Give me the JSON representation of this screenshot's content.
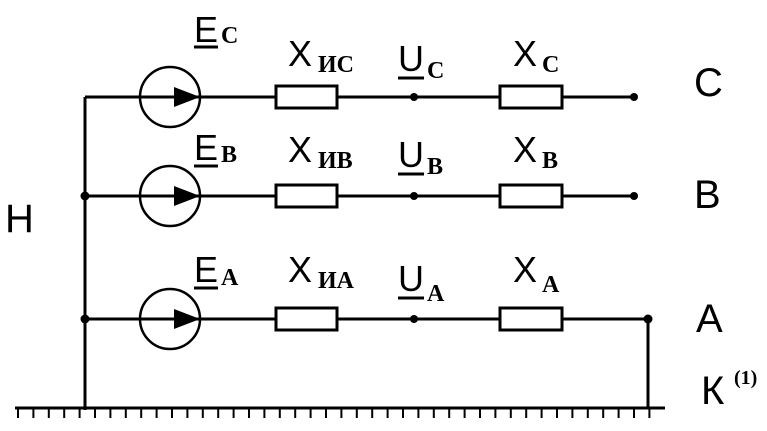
{
  "neutral": {
    "label": "Н"
  },
  "ground_fault": {
    "label": "К",
    "superscript": "(1)"
  },
  "phases": [
    {
      "id": "C",
      "terminal": "С",
      "emf": {
        "sym": "E",
        "sub": "С"
      },
      "x_src": {
        "sym": "X",
        "sub": "ИС"
      },
      "voltage": {
        "sym": "U",
        "sub": "С"
      },
      "x_line": {
        "sym": "X",
        "sub": "С"
      }
    },
    {
      "id": "B",
      "terminal": "В",
      "emf": {
        "sym": "E",
        "sub": "В"
      },
      "x_src": {
        "sym": "X",
        "sub": "ИВ"
      },
      "voltage": {
        "sym": "U",
        "sub": "В"
      },
      "x_line": {
        "sym": "X",
        "sub": "В"
      }
    },
    {
      "id": "A",
      "terminal": "А",
      "emf": {
        "sym": "E",
        "sub": "А"
      },
      "x_src": {
        "sym": "X",
        "sub": "ИА"
      },
      "voltage": {
        "sym": "U",
        "sub": "А"
      },
      "x_line": {
        "sym": "X",
        "sub": "А"
      }
    }
  ]
}
